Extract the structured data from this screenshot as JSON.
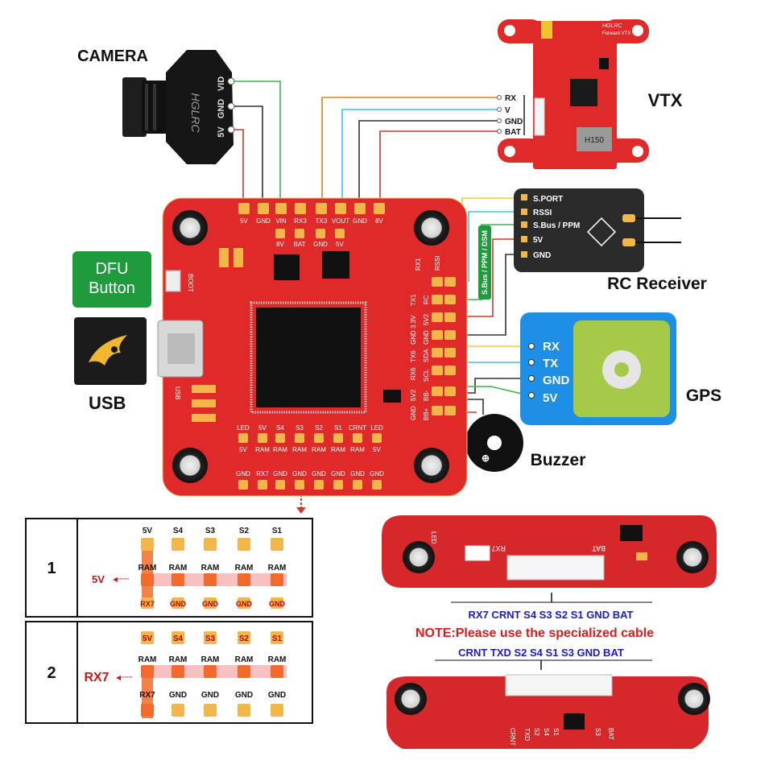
{
  "devices": {
    "camera": "CAMERA",
    "vtx": "VTX",
    "rc_receiver": "RC Receiver",
    "gps": "GPS",
    "buzzer": "Buzzer",
    "usb": "USB",
    "dfu_button": "DFU Button"
  },
  "camera_pins": [
    "VID",
    "GND",
    "5V"
  ],
  "camera_brand": "HGLRC",
  "vtx_pins": [
    "RX",
    "V",
    "GND",
    "BAT"
  ],
  "vtx_marks": [
    "HGLRC",
    "Forward VTX",
    "H150"
  ],
  "rc_pins": [
    "S.PORT",
    "RSSI",
    "S.Bus / PPM",
    "5V",
    "GND"
  ],
  "rc_side_label": "S.Bus / PPM / DSM",
  "gps_pins": [
    "RX",
    "TX",
    "GND",
    "5V"
  ],
  "fc_labels": {
    "top_row": [
      "5V",
      "GND",
      "VIN",
      "RX3",
      "TX3",
      "VOUT",
      "GND",
      "8V"
    ],
    "top_row2": [
      "8V",
      "BAT",
      "GND",
      "5V"
    ],
    "right_col": [
      "RX1",
      "RSSI",
      "TX1",
      "RC",
      "3.3V",
      "5V2",
      "GND",
      "GND",
      "TX6",
      "SDA",
      "RX6",
      "SCL",
      "5V2",
      "BB-",
      "GND",
      "BB+"
    ],
    "bottom_row1": [
      "LED",
      "5V",
      "S4",
      "S3",
      "S2",
      "S1",
      "CRNT",
      "LED"
    ],
    "bottom_row2": [
      "5V",
      "RAM",
      "RAM",
      "RAM",
      "RAM",
      "RAM",
      "RAM",
      "5V"
    ],
    "bottom_row3": [
      "GND",
      "RX7",
      "GND",
      "GND",
      "GND",
      "GND",
      "GND",
      "GND"
    ],
    "boot": "BOOT",
    "usb": "USB"
  },
  "table": {
    "rows": [
      {
        "number": "1",
        "arrow_label": "5V",
        "top": [
          "5V",
          "S4",
          "S3",
          "S2",
          "S1"
        ],
        "mid": [
          "RAM",
          "RAM",
          "RAM",
          "RAM",
          "RAM"
        ],
        "bottom": [
          "RX7",
          "GND",
          "GND",
          "GND",
          "GND"
        ]
      },
      {
        "number": "2",
        "arrow_label": "RX7",
        "top": [
          "5V",
          "S4",
          "S3",
          "S2",
          "S1"
        ],
        "mid": [
          "RAM",
          "RAM",
          "RAM",
          "RAM",
          "RAM"
        ],
        "bottom": [
          "RX7",
          "GND",
          "GND",
          "GND",
          "GND"
        ]
      }
    ]
  },
  "cable": {
    "upper_order": "RX7 CRNT S4 S3 S2 S1 GND BAT",
    "note": "NOTE:Please use the specialized cable",
    "lower_order": "CRNT TXD  S2 S4 S1 S3 GND BAT",
    "upper_board_labels": [
      "LED",
      "RX7",
      "BAT"
    ],
    "lower_board_labels": [
      "CRNT",
      "TXD",
      "S2",
      "S4",
      "S1",
      "S3",
      "BAT"
    ]
  },
  "colors": {
    "board_red": "#e02a2a",
    "pad_gold": "#f3b64a",
    "wire_green": "#3bb54a",
    "wire_cyan": "#3cc4e0",
    "wire_yellow": "#e8d12c",
    "wire_orange": "#d8821e",
    "wire_red": "#c43c32",
    "wire_black": "#333333",
    "gps_blue": "#1f8fe6",
    "gps_green": "#a6c94a",
    "dfu_green": "#1f9a3c",
    "text_blue": "#1a1acc",
    "text_red": "#e01a1a"
  },
  "icons": [
    "camera-icon",
    "vtx-board-icon",
    "rc-receiver-icon",
    "gps-module-icon",
    "buzzer-icon",
    "usb-logo-icon",
    "flight-controller-icon"
  ]
}
